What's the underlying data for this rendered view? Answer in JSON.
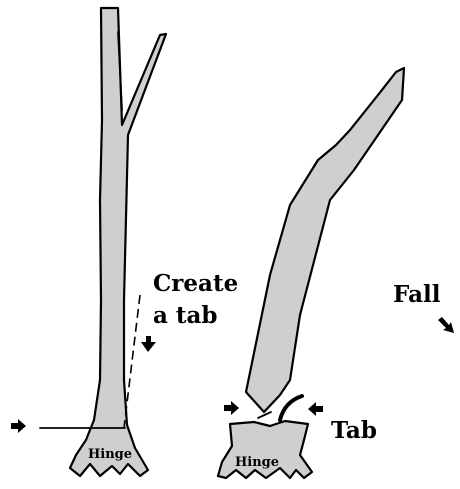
{
  "labels": {
    "create_line1": "Create",
    "create_line2": "a tab",
    "fall": "Fall",
    "tab": "Tab",
    "hinge_left": "Hinge",
    "hinge_right": "Hinge"
  }
}
